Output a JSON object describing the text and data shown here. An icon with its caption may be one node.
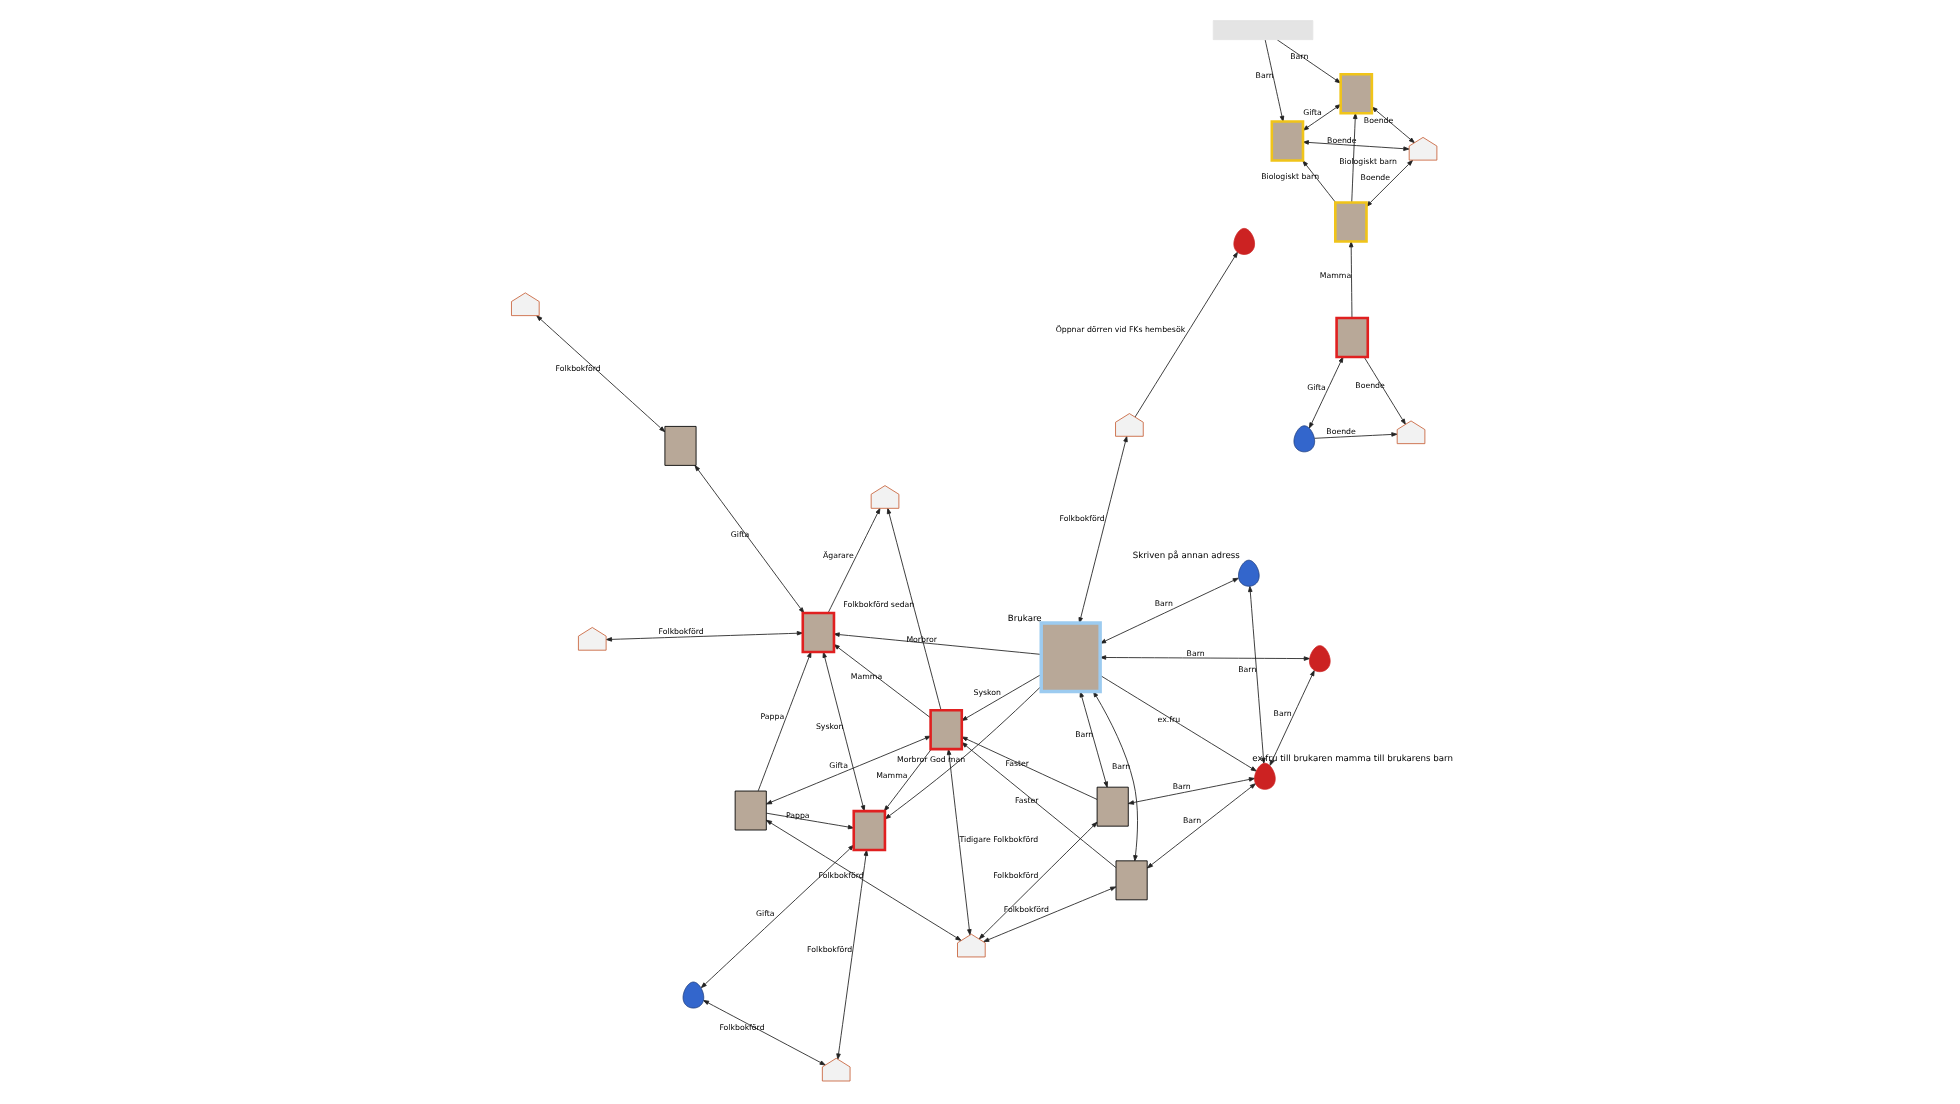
{
  "diagram": {
    "nodes": [
      {
        "text": [],
        "shape": "box"
      },
      {
        "text": [],
        "shape": "box"
      },
      {
        "text": [],
        "shape": "box"
      },
      {
        "text": [],
        "shape": "house"
      },
      {
        "text": [],
        "shape": "box"
      },
      {
        "text": [],
        "shape": "box"
      },
      {
        "text": [],
        "shape": "person"
      },
      {
        "text": [],
        "shape": "house"
      },
      {
        "text": [],
        "shape": "house"
      },
      {
        "text": [],
        "shape": "house"
      },
      {
        "text": [],
        "shape": "box"
      },
      {
        "text": [],
        "shape": "box"
      },
      {
        "text": [],
        "shape": "box"
      },
      {
        "text": [],
        "shape": "box"
      },
      {
        "text": [],
        "shape": "person",
        "beside": [
          "ex.fru till brukaren mamma till brukarens barn"
        ]
      },
      {
        "text": [],
        "shape": "box",
        "beside": [
          "Brukare"
        ]
      },
      {
        "text": [],
        "shape": "box"
      },
      {
        "text": [],
        "shape": "house"
      },
      {
        "text": [],
        "shape": "box"
      },
      {
        "text": [],
        "shape": "box"
      },
      {
        "text": [],
        "shape": "person"
      },
      {
        "text": [],
        "shape": "person",
        "beside": [
          "Skriven på annan adress"
        ]
      },
      {
        "text": [],
        "shape": "person"
      },
      {
        "text": [],
        "shape": "house"
      },
      {
        "text": [],
        "shape": "house"
      },
      {
        "text": [],
        "shape": "person"
      },
      {
        "text": [],
        "shape": "house"
      }
    ],
    "edges": [
      {
        "from": 0,
        "to": 1,
        "arrow": "to",
        "label": "Barn"
      },
      {
        "from": 0,
        "to": 2,
        "arrow": "to",
        "label": "Barn"
      },
      {
        "from": 1,
        "to": 2,
        "arrow": "both",
        "label": "Gifta"
      },
      {
        "from": 1,
        "to": 3,
        "arrow": "both",
        "label": "Boende"
      },
      {
        "from": 2,
        "to": 3,
        "arrow": "both",
        "label": "Boende"
      },
      {
        "from": 4,
        "to": 1,
        "arrow": "to",
        "label": "Biologiskt barn"
      },
      {
        "from": 4,
        "to": 2,
        "arrow": "to",
        "label": "Biologiskt barn"
      },
      {
        "from": 4,
        "to": 3,
        "arrow": "both",
        "label": "Boende"
      },
      {
        "from": 5,
        "to": 4,
        "arrow": "to",
        "label": "Mamma"
      },
      {
        "from": 5,
        "to": 6,
        "arrow": "both",
        "label": "Gifta"
      },
      {
        "from": 6,
        "to": 7,
        "arrow": "to",
        "label": "Boende"
      },
      {
        "from": 5,
        "to": 7,
        "arrow": "to",
        "label": "Boende"
      },
      {
        "from": 8,
        "to": 10,
        "arrow": "both",
        "label": "Folkbokförd"
      },
      {
        "from": 8,
        "to": 13,
        "arrow": "both",
        "label": "Folkbokförd"
      },
      {
        "from": 8,
        "to": 11,
        "arrow": "both",
        "label": "Tidigare Folkbokförd"
      },
      {
        "from": 8,
        "to": 12,
        "arrow": "both",
        "label": "Folkbokförd"
      },
      {
        "from": 10,
        "to": 11,
        "arrow": "to",
        "label": "Faster"
      },
      {
        "from": 13,
        "to": 11,
        "arrow": "to",
        "label": "Faster"
      },
      {
        "from": 11,
        "to": 9,
        "arrow": "to",
        "label": "Folkbokförd sedan"
      },
      {
        "from": 16,
        "to": 9,
        "arrow": "to",
        "label": "Ägarare"
      },
      {
        "from": 11,
        "to": 12,
        "arrow": "both",
        "label": "Gifta"
      },
      {
        "from": 11,
        "to": 16,
        "arrow": "to",
        "label": "Mamma"
      },
      {
        "from": 12,
        "to": 16,
        "arrow": "to",
        "label": "Pappa"
      },
      {
        "from": 12,
        "to": 18,
        "arrow": "to",
        "label": "Pappa"
      },
      {
        "from": 11,
        "to": 18,
        "arrow": "to",
        "label": "Mamma"
      },
      {
        "from": 15,
        "to": 11,
        "arrow": "to",
        "label": "Syskon"
      },
      {
        "from": 10,
        "to": 15,
        "arrow": "both",
        "label": "Barn"
      },
      {
        "from": 13,
        "to": 15,
        "arrow": "both",
        "label": "Barn"
      },
      {
        "from": 10,
        "to": 14,
        "arrow": "both",
        "label": "Barn"
      },
      {
        "from": 13,
        "to": 14,
        "arrow": "both",
        "label": "Barn"
      },
      {
        "from": 15,
        "to": 14,
        "arrow": "to",
        "label": "ex.fru"
      },
      {
        "from": 15,
        "to": 16,
        "arrow": "to",
        "label": "Morbror"
      },
      {
        "from": 15,
        "to": 18,
        "arrow": "to",
        "label": "Morbror God man"
      },
      {
        "from": 18,
        "to": 16,
        "arrow": "both",
        "label": "Syskon"
      },
      {
        "from": 16,
        "to": 17,
        "arrow": "both",
        "label": "Folkbokförd"
      },
      {
        "from": 16,
        "to": 19,
        "arrow": "both",
        "label": "Gifta"
      },
      {
        "from": 19,
        "to": 26,
        "arrow": "both",
        "label": "Folkbokförd"
      },
      {
        "from": 14,
        "to": 20,
        "arrow": "both",
        "label": "Barn"
      },
      {
        "from": 20,
        "to": 15,
        "arrow": "both",
        "label": "Barn"
      },
      {
        "from": 14,
        "to": 21,
        "arrow": "both",
        "label": "Barn"
      },
      {
        "from": 15,
        "to": 21,
        "arrow": "both",
        "label": "Barn"
      },
      {
        "from": 15,
        "to": 23,
        "arrow": "both",
        "label": "Folkbokförd"
      },
      {
        "from": 23,
        "to": 22,
        "arrow": "to",
        "label": "Öppnar dörren vid FKs hembesök"
      },
      {
        "from": 18,
        "to": 24,
        "arrow": "both",
        "label": "Folkbokförd"
      },
      {
        "from": 24,
        "to": 25,
        "arrow": "both",
        "label": "Folkbokförd"
      },
      {
        "from": 18,
        "to": 25,
        "arrow": "both",
        "label": "Gifta"
      }
    ]
  }
}
